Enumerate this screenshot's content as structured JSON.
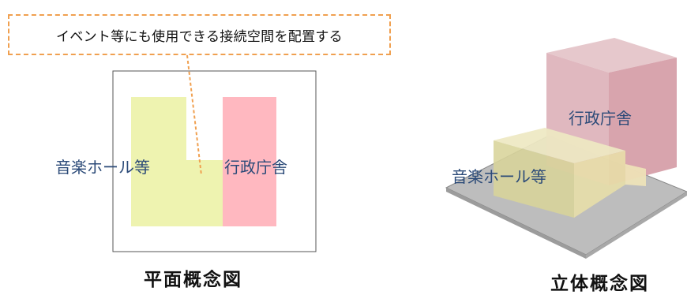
{
  "callout": {
    "text": "イベント等にも使用できる接続空間を配置する"
  },
  "plan": {
    "label_hall": "音楽ホール等",
    "label_gov": "行政庁舎",
    "caption": "平面概念図"
  },
  "isometric": {
    "label_gov": "行政庁舎",
    "label_hall": "音楽ホール等",
    "caption": "立体概念図"
  },
  "colors": {
    "hall": "#eef3b0",
    "gov": "#ffb8c0",
    "callout_border": "#f0a050",
    "label": "#2b4a78"
  }
}
